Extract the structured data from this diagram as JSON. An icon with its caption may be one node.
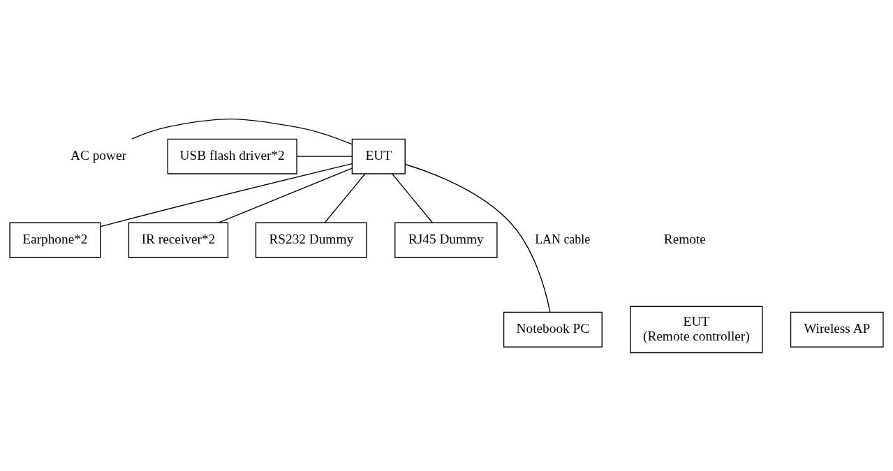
{
  "diagram": {
    "nodes": [
      {
        "text": [
          "AC power"
        ]
      },
      {
        "text": [
          "EUT"
        ]
      },
      {
        "text": [
          "Earphone*2"
        ]
      },
      {
        "text": [
          "IR receiver*2"
        ]
      },
      {
        "text": [
          "USB flash driver*2"
        ]
      },
      {
        "text": [
          "RS232 Dummy"
        ]
      },
      {
        "text": [
          "RJ45 Dummy"
        ]
      },
      {
        "text": [
          "EUT",
          "(Remote controller)"
        ]
      },
      {
        "text": [
          "Notebook PC"
        ]
      },
      {
        "text": [
          "Wireless AP"
        ]
      }
    ],
    "edges": [
      {
        "from": 0,
        "to": 1,
        "arrow": "none"
      },
      {
        "from": 1,
        "to": 2,
        "arrow": "none"
      },
      {
        "from": 1,
        "to": 3,
        "arrow": "none"
      },
      {
        "from": 4,
        "to": 1,
        "arrow": "none"
      },
      {
        "from": 1,
        "to": 5,
        "arrow": "none"
      },
      {
        "from": 1,
        "to": 6,
        "arrow": "none"
      },
      {
        "from": 1,
        "to": 8,
        "arrow": "none",
        "label": "LAN cable"
      }
    ],
    "labels": [
      "Remote"
    ]
  }
}
